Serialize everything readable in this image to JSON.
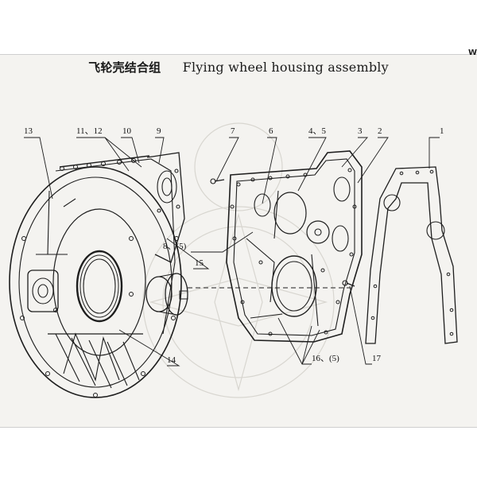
{
  "title": {
    "chinese": "飞轮壳结合组",
    "english": "Flying wheel housing assembly"
  },
  "corner_mark": "W",
  "callouts": [
    {
      "id": "c1",
      "text": "1"
    },
    {
      "id": "c2",
      "text": "2"
    },
    {
      "id": "c3",
      "text": "3"
    },
    {
      "id": "c45",
      "text": "4、5"
    },
    {
      "id": "c6",
      "text": "6"
    },
    {
      "id": "c7",
      "text": "7"
    },
    {
      "id": "c85",
      "text": "8、(5)"
    },
    {
      "id": "c9",
      "text": "9"
    },
    {
      "id": "c10",
      "text": "10"
    },
    {
      "id": "c1112",
      "text": "11、12"
    },
    {
      "id": "c13",
      "text": "13"
    },
    {
      "id": "c14",
      "text": "14"
    },
    {
      "id": "c15",
      "text": "15"
    },
    {
      "id": "c165",
      "text": "16、(5)"
    },
    {
      "id": "c17",
      "text": "17"
    }
  ]
}
